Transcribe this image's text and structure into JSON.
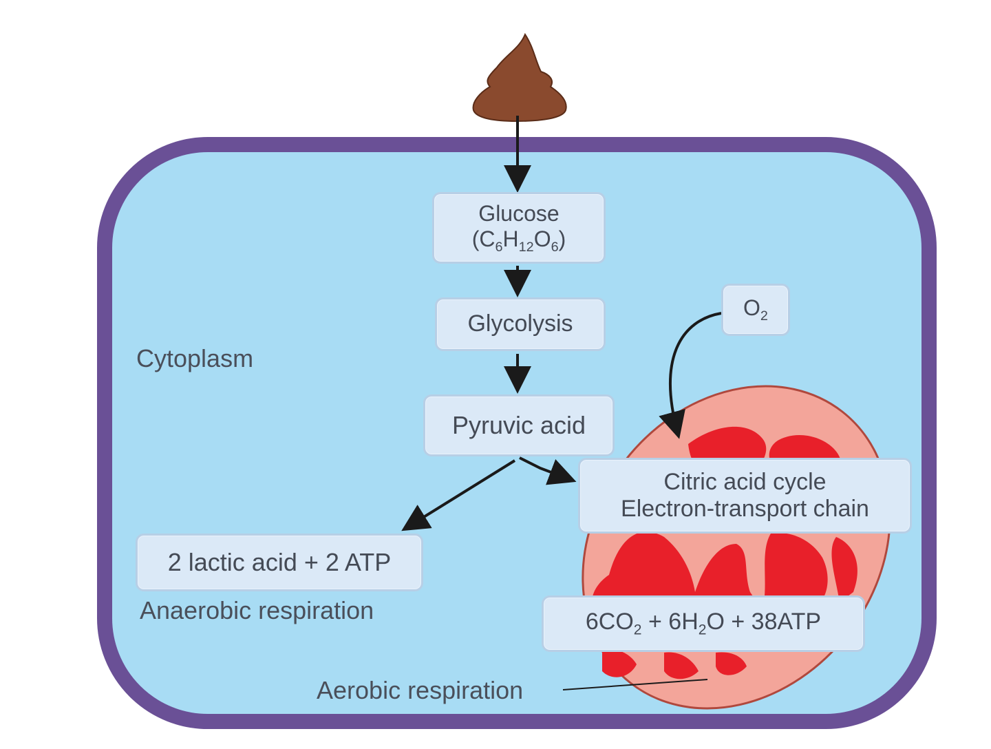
{
  "boxes": {
    "glucose_line1": "Glucose",
    "glucose_formula": {
      "p1": "(C",
      "s1": "6",
      "p2": "H",
      "s2": "12",
      "p3": "O",
      "s3": "6",
      "p4": ")"
    },
    "glycolysis": "Glycolysis",
    "pyruvic": "Pyruvic acid",
    "oxygen": {
      "p1": "O",
      "s1": "2"
    },
    "citric_line1": "Citric acid cycle",
    "citric_line2": "Electron-transport chain",
    "lactic": "2 lactic acid + 2 ATP",
    "aerobic_products": {
      "p1": "6CO",
      "s1": "2",
      "p2": " + 6H",
      "s2": "2",
      "p3": "O + 38ATP"
    }
  },
  "labels": {
    "cytoplasm": "Cytoplasm",
    "anaerobic": "Anaerobic respiration",
    "aerobic": "Aerobic respiration"
  },
  "colors": {
    "cell_fill": "#a8dcf4",
    "cell_border": "#6a5096",
    "mito_outer": "#f3a59a",
    "mito_inner": "#e8202a",
    "glucose_drop": "#8a4a2e",
    "arrow": "#1a1a1a",
    "box_fill": "#dbe9f7",
    "box_border": "#b7cfe6"
  }
}
